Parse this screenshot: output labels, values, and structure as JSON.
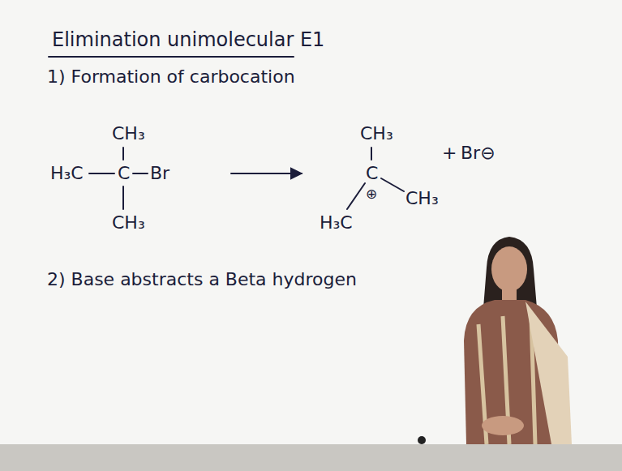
{
  "diagram": {
    "title": "Elimination unimolecular E1",
    "labels": [
      "1) Formation of carbocation",
      "CH₃",
      "H₃C",
      "C",
      "Br",
      "CH₃",
      "CH₃",
      "C",
      "⊕",
      "CH₃",
      "H₃C",
      "+",
      "Br⊖",
      "2) Base abstracts a Beta hydrogen"
    ]
  }
}
